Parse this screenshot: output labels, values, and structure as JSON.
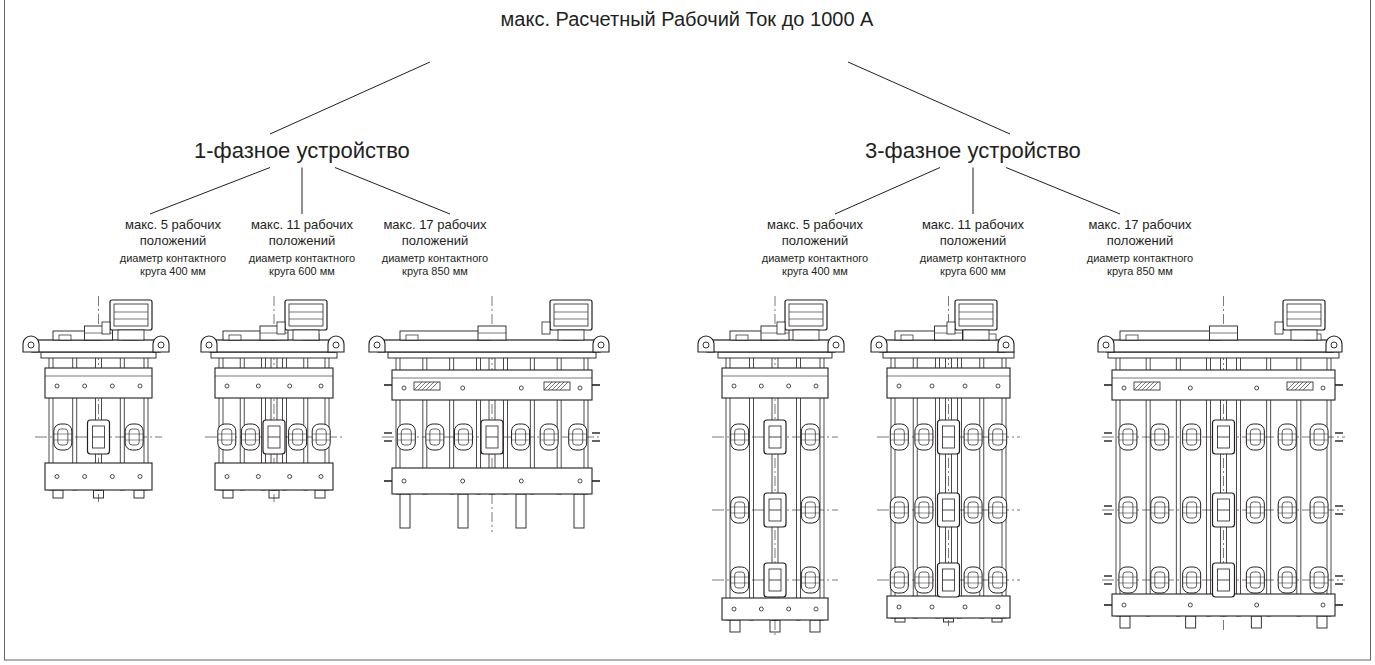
{
  "diagram": {
    "nodes": [
      {
        "text": [
          "макс. Расчетный Рабочий Ток до 1000 А"
        ]
      },
      {
        "text": [
          "1-фазное устройство"
        ]
      },
      {
        "text": [
          "3-фазное устройство"
        ]
      },
      {
        "text": [
          "макс. 5 рабочих положений",
          "диаметр контактного круга 400 мм"
        ]
      },
      {
        "text": [
          "макс. 11 рабочих положений",
          "диаметр контактного круга 600 мм"
        ]
      },
      {
        "text": [
          "макс. 17 рабочих положений",
          "диаметр контактного круга 850 мм"
        ]
      },
      {
        "text": [
          "макс. 5 рабочих положений",
          "диаметр контактного круга 400 мм"
        ]
      },
      {
        "text": [
          "макс. 11 рабочих положений",
          "диаметр контактного круга 600 мм"
        ]
      },
      {
        "text": [
          "макс. 17 рабочих положений",
          "диаметр контактного круга 850 мм"
        ]
      }
    ],
    "edges": [
      {
        "from": 0,
        "to": 1,
        "arrow": "none"
      },
      {
        "from": 0,
        "to": 2,
        "arrow": "none"
      },
      {
        "from": 1,
        "to": 3,
        "arrow": "none"
      },
      {
        "from": 1,
        "to": 4,
        "arrow": "none"
      },
      {
        "from": 1,
        "to": 5,
        "arrow": "none"
      },
      {
        "from": 2,
        "to": 6,
        "arrow": "none"
      },
      {
        "from": 2,
        "to": 7,
        "arrow": "none"
      },
      {
        "from": 2,
        "to": 8,
        "arrow": "none"
      }
    ]
  }
}
